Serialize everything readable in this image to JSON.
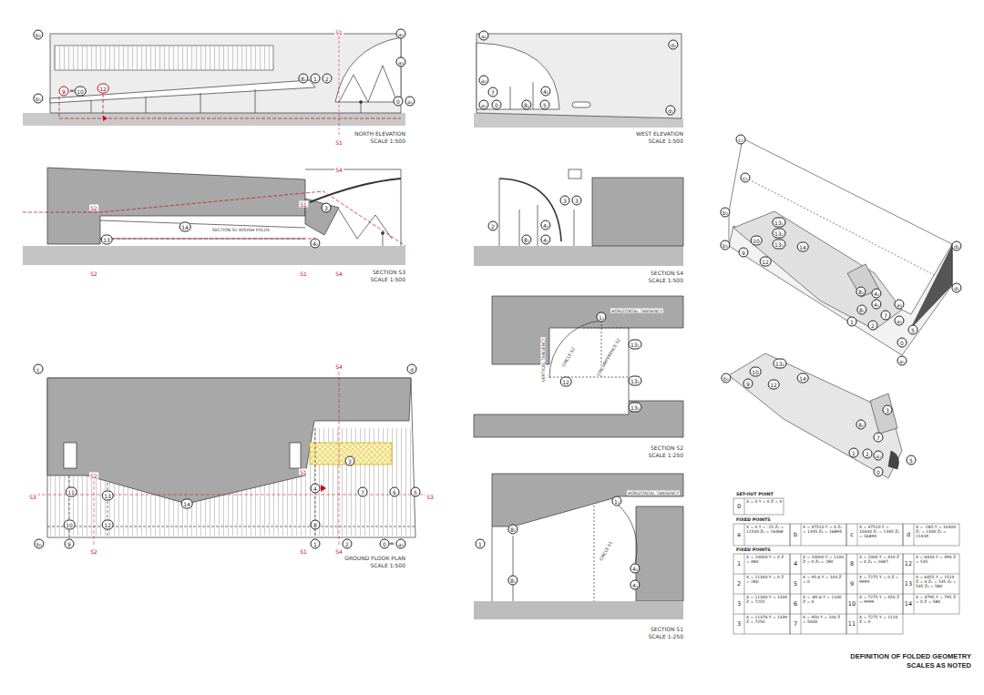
{
  "diagram": {
    "title": "DEFINITION OF FOLDED GEOMETRY",
    "caption": "SCALES AS NOTED",
    "labels": [
      "b₂",
      "b₁",
      "9",
      "=",
      "10",
      "12",
      "S1",
      "a₂",
      "a₃",
      "8₂",
      "1",
      "2",
      "0",
      "a₁",
      "S1",
      "NORTH ELEVATION",
      "SCALE 1:500",
      "S4",
      "S2",
      "S1",
      "3",
      "14",
      "SECTION S1 ROUGH FOLDS",
      "13",
      "4₂",
      "S2",
      "S1",
      "S4",
      "SECTION S3",
      "SCALE 1:500",
      "c",
      "d",
      "S4",
      "3",
      "S2",
      "S1",
      "11",
      "13",
      "4",
      "7",
      "6",
      "5",
      "S3",
      "S3",
      "14",
      "10",
      "12",
      "8",
      "b₁",
      "9",
      "1",
      "2",
      "0",
      "=",
      "a₁",
      "S2",
      "S1",
      "S4",
      "GROUND FLOOR PLAN",
      "SCALE 1:500",
      "a₂",
      "d₂",
      "a₃",
      "7",
      "4₂",
      "a₁",
      "0",
      "8₂",
      "5",
      "d₁",
      "WEST ELEVATION",
      "SCALE 1:500",
      "3",
      "3",
      "2",
      "4₂",
      "8₁",
      "4₁",
      "SECTION S4",
      "SCALE 1:500",
      "1₂",
      "HORIZONTAL TANGENCY",
      "VERTICAL TANGENCY",
      "CIRCLE S2",
      "CIRCUMFERENCE S2",
      "13₁",
      "12",
      "13₂",
      "13₃",
      "SECTION S2",
      "SCALE 1:250",
      "1₁",
      "HORIZONTAL TANGENCY",
      "8₂",
      "1",
      "CIRCLE S1",
      "8₁",
      "4₂",
      "4₁",
      "SECTION S1",
      "SCALE 1:250",
      "c₂",
      "c₁",
      "b₂",
      "b₁",
      "10",
      "9",
      "13₁",
      "13₂",
      "13₃",
      "12",
      "14",
      "8₂",
      "4₂",
      "4₁",
      "a₃",
      "7",
      "8₁",
      "1",
      "2",
      "a₂",
      "5",
      "0",
      "a₁",
      "d₂",
      "d₁",
      "b₂",
      "10",
      "9",
      "13₂",
      "12",
      "14",
      "3",
      "8₂",
      "7",
      "1",
      "2",
      "a₂",
      "5",
      "0",
      "SET-OUT POINT",
      "0",
      "X = 0 Y = 0 Z = 0",
      "FIXED POINTS",
      "a",
      "X = 0 Y = -25 Z₁ = 11500 Z₂ = 16468",
      "b",
      "X = 47510 Y = 0 Z₁ = 1345 Z₂ = 16894",
      "c",
      "X = 47510 Y = 10300 Z₁ = 1345 Z₂ = 16894",
      "d",
      "X = -285 Y = 10300 Z₁ = 1330 Z₂ = 11434",
      "FIXED POINTS",
      "1",
      "X = 10000 Y = 0 Z = 480",
      "2",
      "X = 11340 Y = 0 Z = 280",
      "3",
      "X = 11340 Y = 1334 Z = 7255",
      "3",
      "X = 11376 Y = 1339 Z = 7250",
      "4",
      "X = 10000 Y = 1100 Z = 0 Z₂ = 280",
      "5",
      "X = 95.6 Y = 100 Z = 0",
      "6",
      "X = -85.6 Y = 1100 Z = 0",
      "7",
      "X = 950 Y = 100 Z = 5000",
      "8",
      "X = 2000 Y = 410 Z = 0 Z₂ = 1687",
      "9",
      "X = 7275 Y = 0 Z = 9999",
      "10",
      "X = 7275 Y = 450 Z = 9999",
      "11",
      "X = 7275 Y = 1110 Z = 0",
      "12",
      "X = 6433 Y = 490 Z = 535",
      "13",
      "X = 6455 Y = 1514 Z = 0 Z₁ = 535 Z₂ = 535 Z₃ = 580",
      "14",
      "X = 4795 Y = 795 Z = 0 Z = 580"
    ]
  }
}
